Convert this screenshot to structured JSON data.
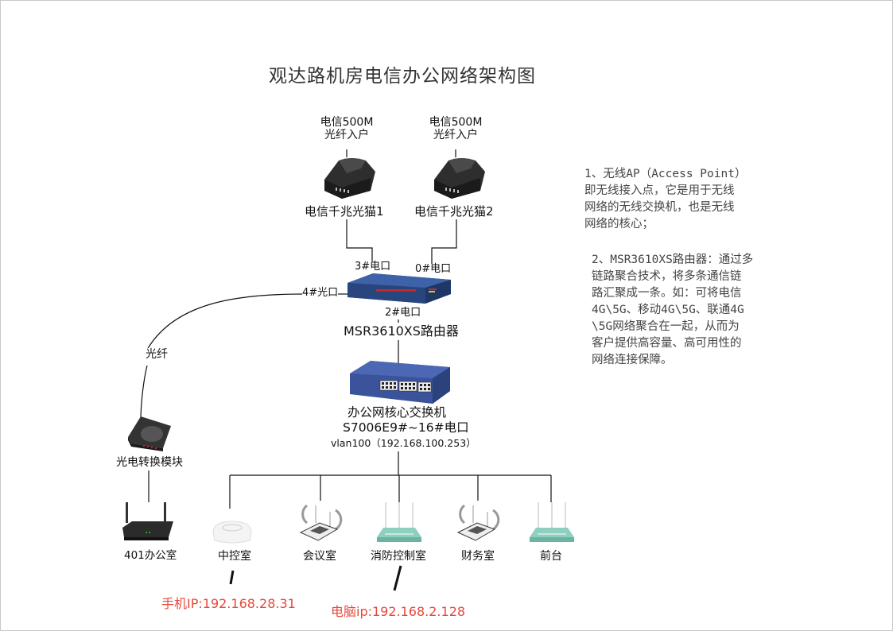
{
  "title": "观达路机房电信办公网络架构图",
  "isp": [
    {
      "line1": "电信500M",
      "line2": "光纤入户",
      "modem_label": "电信千兆光猫1",
      "port_label": "3#电口"
    },
    {
      "line1": "电信500M",
      "line2": "光纤入户",
      "modem_label": "电信千兆光猫2",
      "port_label": "0#电口"
    }
  ],
  "router": {
    "name": "MSR3610XS路由器",
    "port_fiber": "4#光口",
    "port_down": "2#电口"
  },
  "fiber_label": "光纤",
  "converter_label": "光电转换模块",
  "switch": {
    "name": "办公网核心交换机",
    "ports": "S7006E9#~16#电口",
    "vlan": "vlan100（192.168.100.253）"
  },
  "endpoints": [
    {
      "label": "401办公室",
      "icon": "wifi-router-black"
    },
    {
      "label": "中控室",
      "icon": "ceiling-ap"
    },
    {
      "label": "会议室",
      "icon": "wireless-ap"
    },
    {
      "label": "消防控制室",
      "icon": "wifi-router-teal"
    },
    {
      "label": "财务室",
      "icon": "wireless-ap"
    },
    {
      "label": "前台",
      "icon": "wifi-router-teal"
    }
  ],
  "annotations": {
    "phone_ip": "手机IP:192.168.28.31",
    "pc_ip": "电脑ip:192.168.2.128"
  },
  "notes": {
    "note1": [
      "1、无线AP（Access Point）",
      "即无线接入点，它是用于无线",
      "网络的无线交换机，也是无线",
      "网络的核心；"
    ],
    "note2": [
      "2、MSR3610XS路由器：通过多",
      "链路聚合技术，将多条通信链",
      "路汇聚成一条。如：可将电信",
      "4G\\5G、移动4G\\5G、联通4G",
      "\\5G网络聚合在一起，从而为",
      "客户提供高容量、高可用性的",
      "网络连接保障。"
    ]
  },
  "colors": {
    "annotation_red": "#e8483b",
    "router_blue": "#2f4f8f",
    "router_red_strip": "#c42a2a",
    "teal_router": "#8fcfc0",
    "modem_dark": "#3a3a3a"
  }
}
